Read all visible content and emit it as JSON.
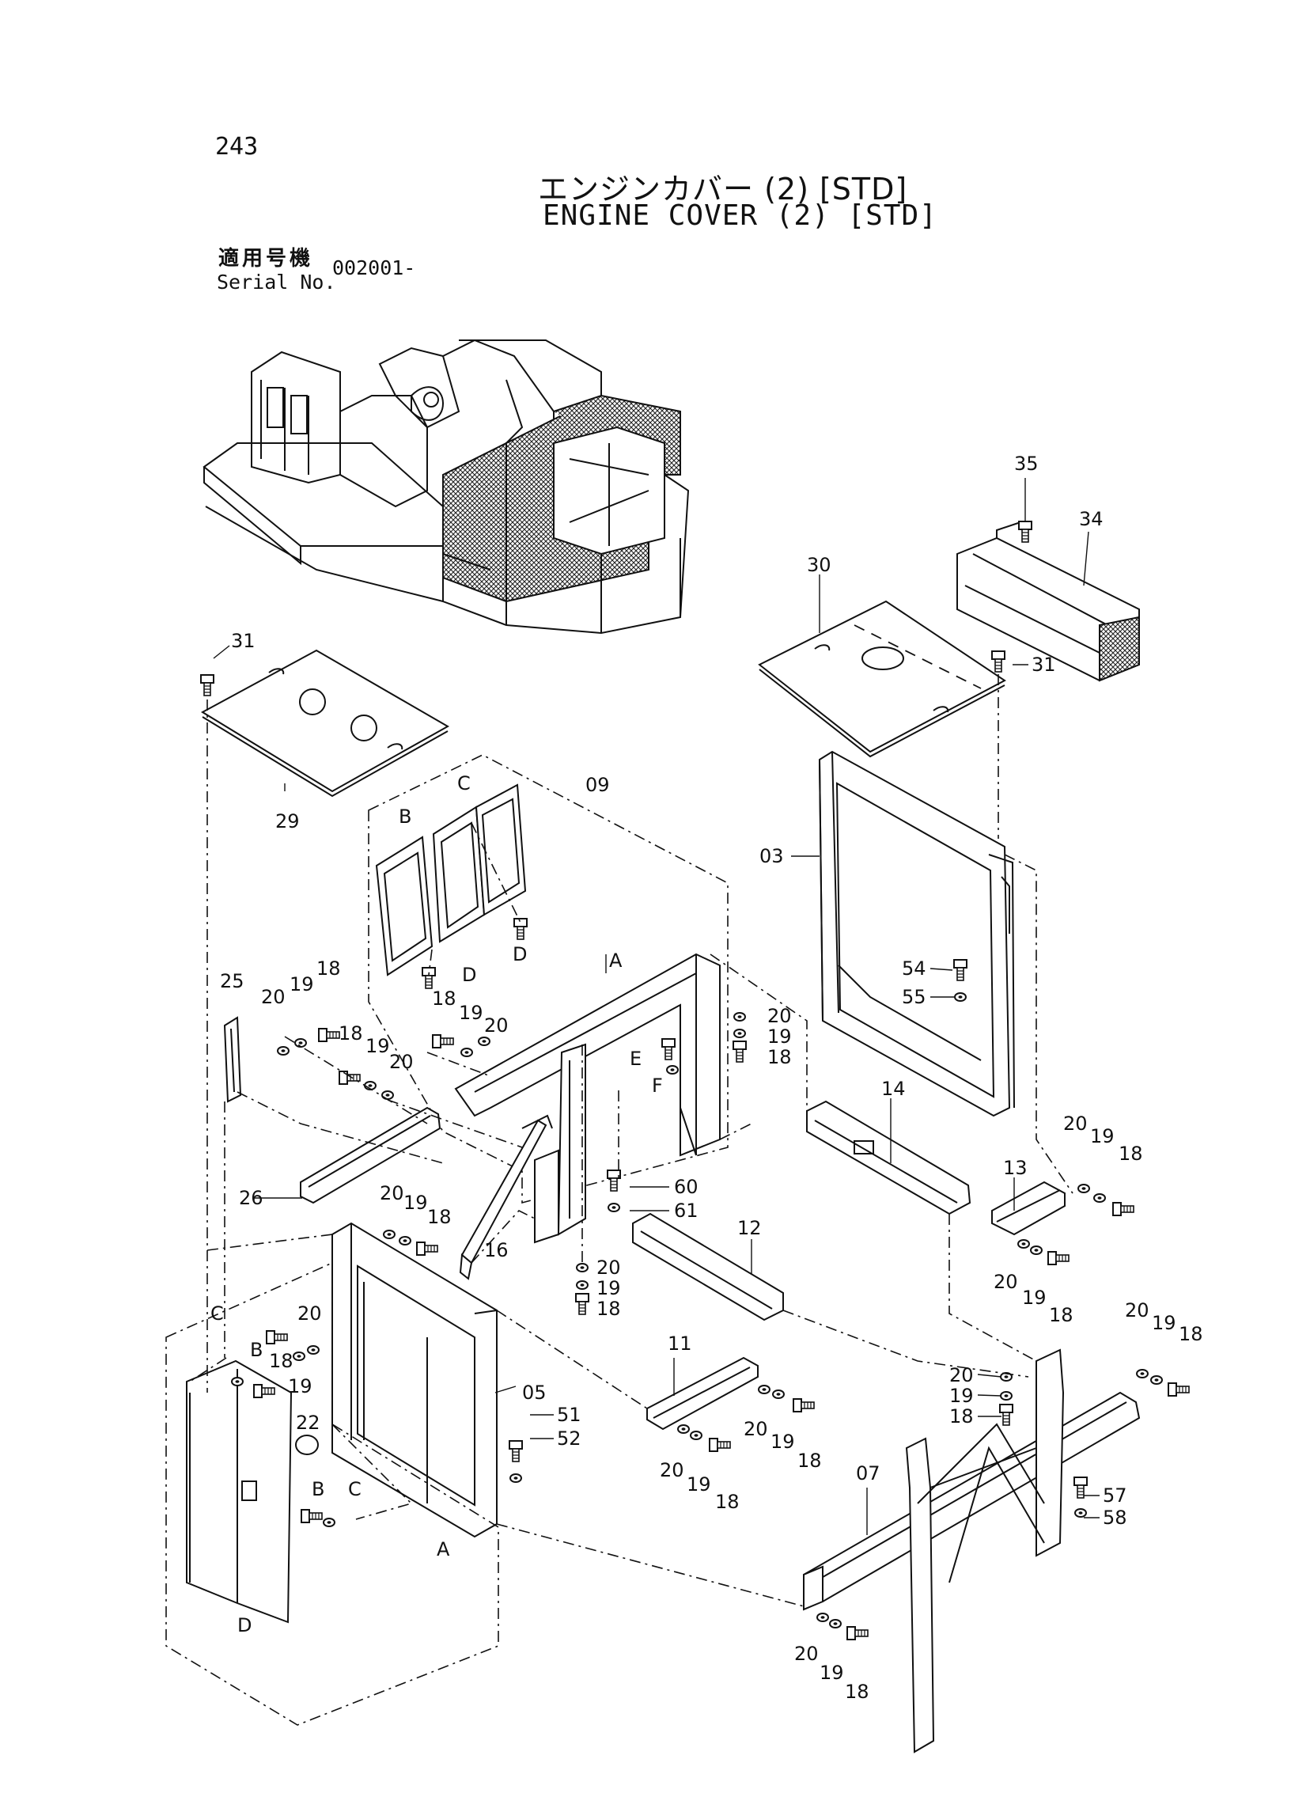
{
  "header": {
    "page_number": "243",
    "title_ja": "エンジンカバー (2) [STD]",
    "title_en": "ENGINE COVER (2) [STD]",
    "serial_label_ja": "適用号機",
    "serial_label_en": "Serial No.",
    "serial_value": "002001-"
  },
  "callouts": {
    "p35": "35",
    "p34": "34",
    "p30": "30",
    "p31a": "31",
    "p31b": "31",
    "p29": "29",
    "p09": "09",
    "pB1": "B",
    "pC1": "C",
    "pD1": "D",
    "pD2": "D",
    "p03": "03",
    "p54": "54",
    "p55": "55",
    "p25": "25",
    "p20a": "20",
    "p19a": "19",
    "p18a": "18",
    "p18b": "18",
    "p19b": "19",
    "p20b": "20",
    "p18c": "18",
    "p19c": "19",
    "p20c": "20",
    "pA1": "A",
    "pE": "E",
    "pF": "F",
    "p20d": "20",
    "p19d": "19",
    "p18d": "18",
    "p14": "14",
    "p13": "13",
    "p20e": "20",
    "p19e": "19",
    "p18e": "18",
    "p20f": "20",
    "p19f": "19",
    "p18f": "18",
    "p26": "26",
    "p60": "60",
    "p61": "61",
    "p12": "12",
    "p20g": "20",
    "p19g": "19",
    "p18g": "18",
    "p16": "16",
    "p20h": "20",
    "p19h": "19",
    "p18h": "18",
    "p20i": "20",
    "p19i": "19",
    "p18i": "18",
    "pC2": "C",
    "pB2": "B",
    "p20j": "20",
    "p18j": "18",
    "p19j": "19",
    "p22": "22",
    "p05": "05",
    "p51": "51",
    "p52": "52",
    "pB3": "B",
    "pC3": "C",
    "pA2": "A",
    "pD3": "D",
    "p11": "11",
    "p20k": "20",
    "p19k": "19",
    "p18k": "18",
    "p20l": "20",
    "p19l": "19",
    "p18l": "18",
    "p20m": "20",
    "p19m": "19",
    "p18m": "18",
    "p07": "07",
    "p57": "57",
    "p58": "58",
    "p20n": "20",
    "p19n": "19",
    "p18n": "18"
  }
}
